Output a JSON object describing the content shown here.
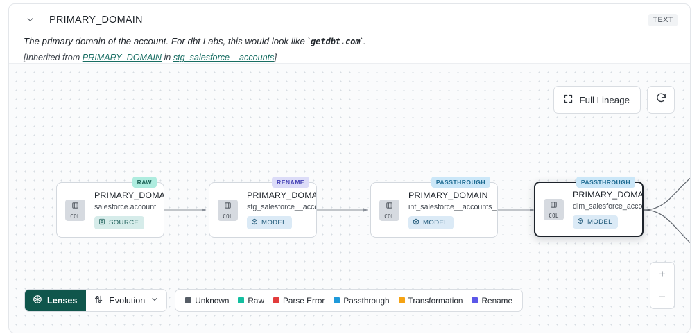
{
  "header": {
    "collapse_icon": "chevron-down-icon",
    "title": "PRIMARY_DOMAIN",
    "type_badge": "TEXT",
    "description_prefix": "The primary domain of the account. For dbt Labs, this would look like `",
    "description_code": "getdbt.com",
    "description_suffix": "`.",
    "inherited_prefix": "[Inherited from ",
    "inherited_link": "PRIMARY_DOMAIN",
    "inherited_middle": " in ",
    "inherited_source": "stg_salesforce__accounts",
    "inherited_suffix": "]"
  },
  "toolbar": {
    "full_lineage_label": "Full Lineage",
    "full_lineage_icon": "expand-icon",
    "refresh_icon": "refresh-icon"
  },
  "zoom_controls": {
    "zoom_in_label": "+",
    "zoom_out_label": "−"
  },
  "lineage": {
    "nodes": [
      {
        "badge": "RAW",
        "badge_style": "raw",
        "chip_label": "COL",
        "chip_icon": "column-icon",
        "title": "PRIMARY_DOMAIN__C",
        "subtitle": "salesforce.account",
        "pill_label": "SOURCE",
        "pill_icon": "source-icon",
        "pill_style": "source",
        "selected": false
      },
      {
        "badge": "RENAME",
        "badge_style": "rename",
        "chip_label": "COL",
        "chip_icon": "column-icon",
        "title": "PRIMARY_DOMAIN",
        "subtitle": "stg_salesforce__accounts",
        "pill_label": "MODEL",
        "pill_icon": "model-cube-icon",
        "pill_style": "model",
        "selected": false
      },
      {
        "badge": "PASSTHROUGH",
        "badge_style": "passthrough",
        "chip_label": "COL",
        "chip_icon": "column-icon",
        "title": "PRIMARY_DOMAIN",
        "subtitle": "int_salesforce__accounts_joined",
        "pill_label": "MODEL",
        "pill_icon": "model-cube-icon",
        "pill_style": "model",
        "selected": false
      },
      {
        "badge": "PASSTHROUGH",
        "badge_style": "passthrough",
        "chip_label": "COL",
        "chip_icon": "column-icon",
        "title": "PRIMARY_DOMAIN",
        "subtitle": "dim_salesforce_accounts",
        "pill_label": "MODEL",
        "pill_icon": "model-cube-icon",
        "pill_style": "model",
        "selected": true
      }
    ]
  },
  "bottom_bar": {
    "lenses_label": "Lenses",
    "lenses_icon": "aperture-icon",
    "evolution_label": "Evolution",
    "evolution_icon": "evolution-arrows-icon",
    "evolution_caret": "chevron-down-icon",
    "legend": [
      {
        "label": "Unknown",
        "color": "#565d66"
      },
      {
        "label": "Raw",
        "color": "#14bfa0"
      },
      {
        "label": "Parse Error",
        "color": "#e23c3c"
      },
      {
        "label": "Passthrough",
        "color": "#1f9ada"
      },
      {
        "label": "Transformation",
        "color": "#f5a314"
      },
      {
        "label": "Rename",
        "color": "#5b57e8"
      }
    ]
  }
}
